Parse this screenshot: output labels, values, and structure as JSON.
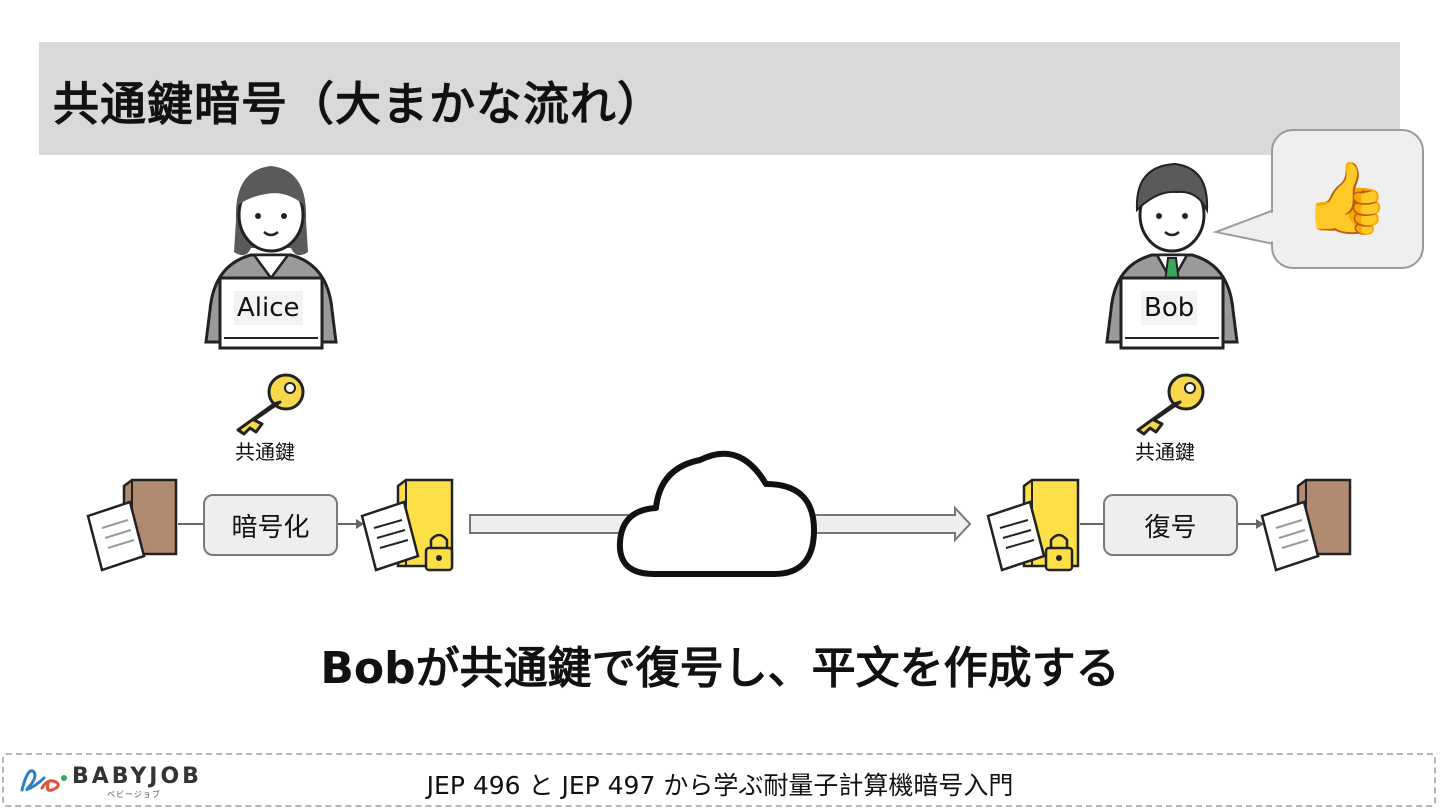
{
  "title": "共通鍵暗号（大まかな流れ）",
  "alice": {
    "name": "Alice",
    "key_label": "共通鍵"
  },
  "bob": {
    "name": "Bob",
    "key_label": "共通鍵"
  },
  "process": {
    "encrypt_label": "暗号化",
    "decrypt_label": "復号"
  },
  "bubble": {
    "emoji": "👍"
  },
  "caption": "Bobが共通鍵で復号し、平文を作成する",
  "footer": {
    "brand": "BABYJOB",
    "brand_sub": "ベビージョブ",
    "title": "JEP 496 と JEP 497 から学ぶ耐量子計算機暗号入門"
  },
  "colors": {
    "title_bar": "#d9d9d9",
    "key_yellow": "#f7d84a",
    "box_brown": "#b08b72",
    "lock_yellow": "#fde047"
  }
}
